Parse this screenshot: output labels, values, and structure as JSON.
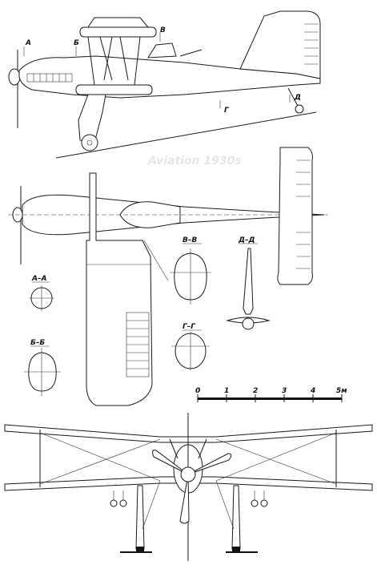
{
  "side_view_labels": [
    "А",
    "Б",
    "В",
    "Г",
    "Д"
  ],
  "section_titles": [
    "А–А",
    "Б–Б",
    "В–В",
    "Г–Г",
    "Д–Д"
  ],
  "scale_bar": {
    "ticks": [
      "0",
      "1",
      "2",
      "3",
      "4",
      "5м"
    ]
  },
  "watermark": "Aviation 1930s"
}
